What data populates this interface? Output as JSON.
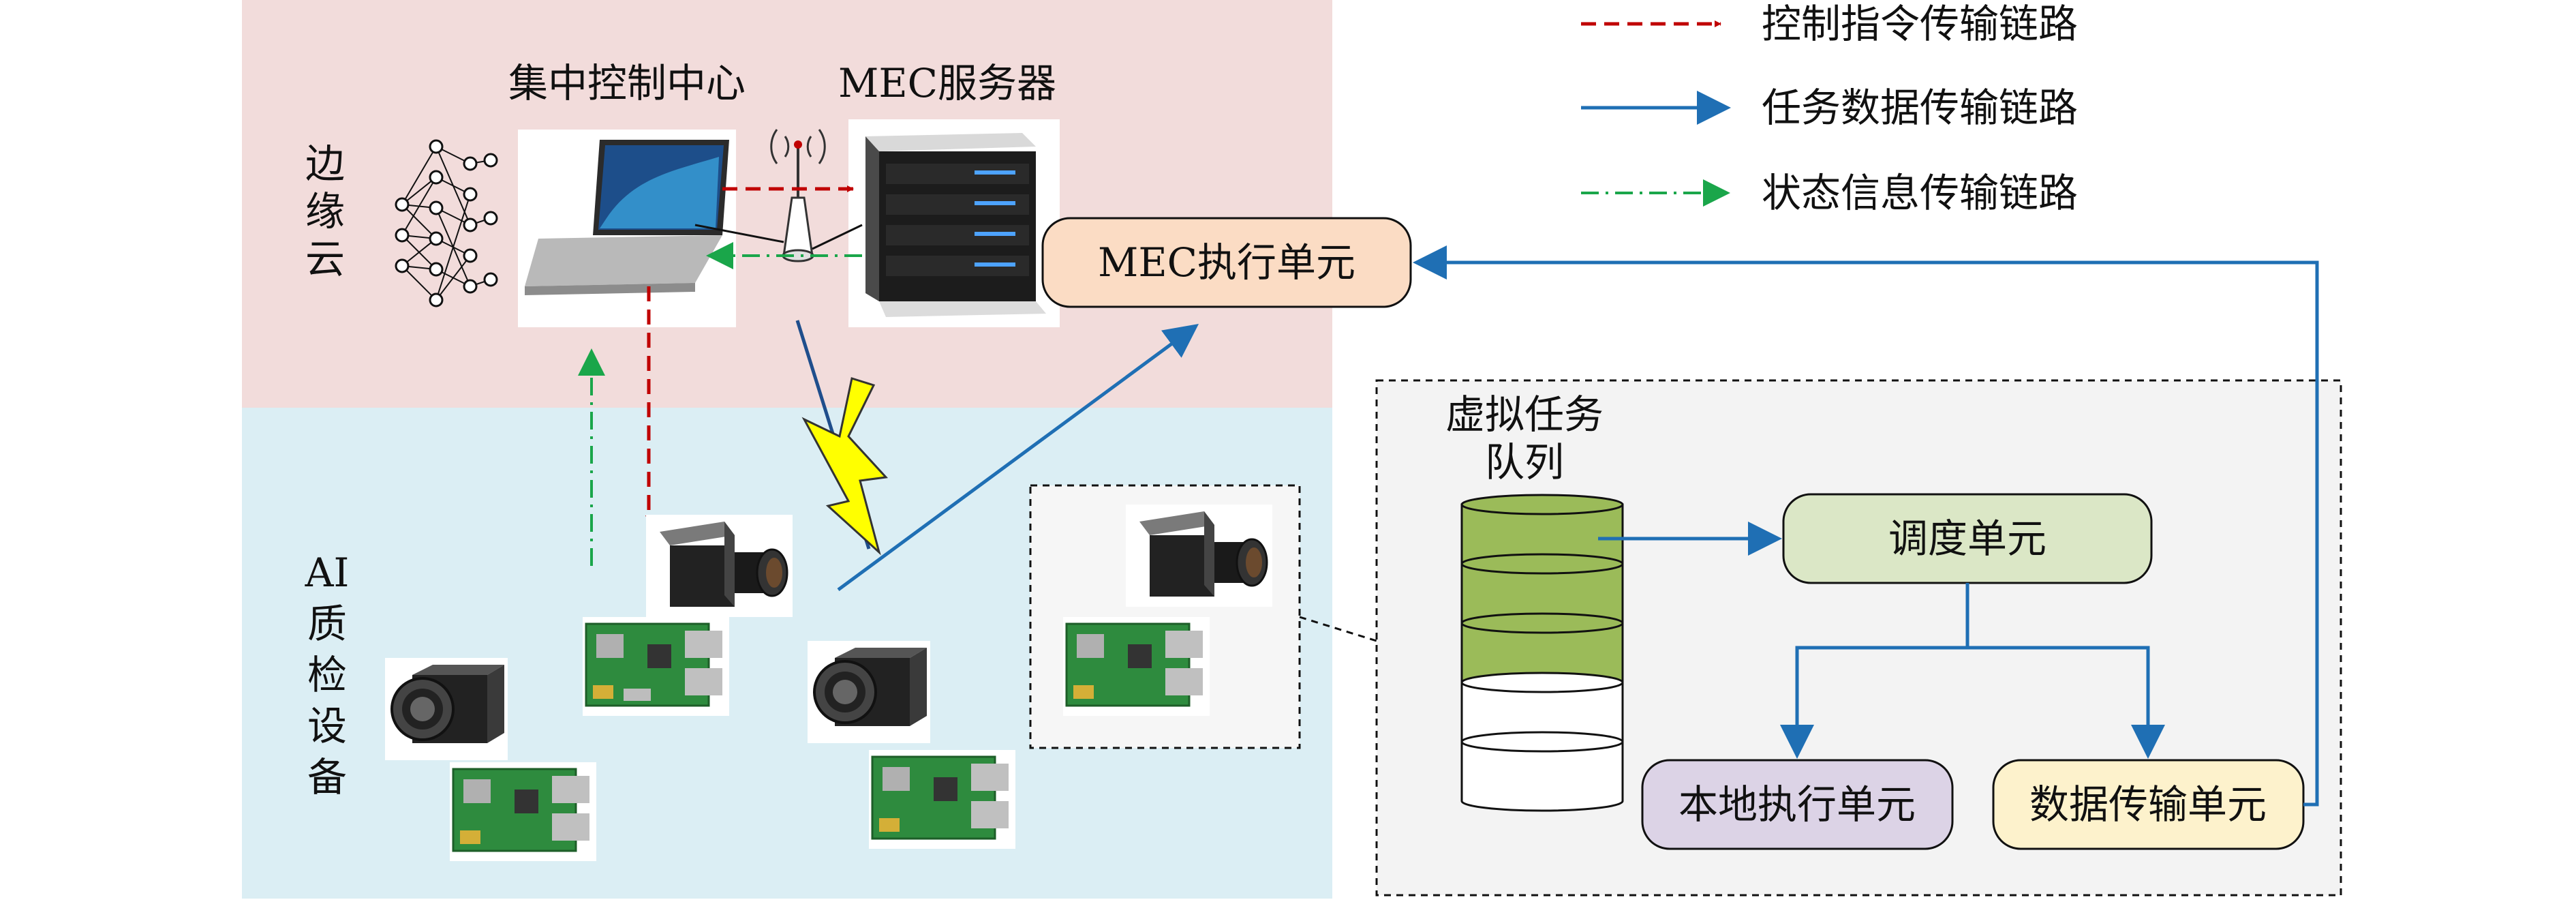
{
  "regions": {
    "edge_cloud": {
      "label_chars": [
        "边",
        "缘",
        "云"
      ],
      "color": "#f2dcdb"
    },
    "ai_devices": {
      "label_chars": [
        "AI",
        "质",
        "检",
        "设",
        "备"
      ],
      "color": "#dbeef4"
    },
    "queue_panel": {
      "color": "#f3f3f3"
    }
  },
  "nodes": {
    "central_control": "集中控制中心",
    "mec_server": "MEC服务器",
    "mec_exec": "MEC执行单元",
    "virtual_queue": [
      "虚拟任务",
      "队列"
    ],
    "scheduler": "调度单元",
    "local_exec": "本地执行单元",
    "data_tx": "数据传输单元"
  },
  "legend": [
    {
      "label": "控制指令传输链路",
      "style": "dashed",
      "color": "#c00000"
    },
    {
      "label": "任务数据传输链路",
      "style": "solid",
      "color": "#1f6fb4"
    },
    {
      "label": "状态信息传输链路",
      "style": "dashdot",
      "color": "#1aa64a"
    }
  ],
  "colors": {
    "mec_exec_fill": "#fbdcc4",
    "scheduler_fill": "#dbe7c6",
    "local_exec_fill": "#dcd3e6",
    "data_tx_fill": "#fdf2cc",
    "queue_filled": "#9bbb59",
    "queue_empty": "#ffffff"
  },
  "queue": {
    "filled_slots": 3,
    "total_slots": 5
  }
}
